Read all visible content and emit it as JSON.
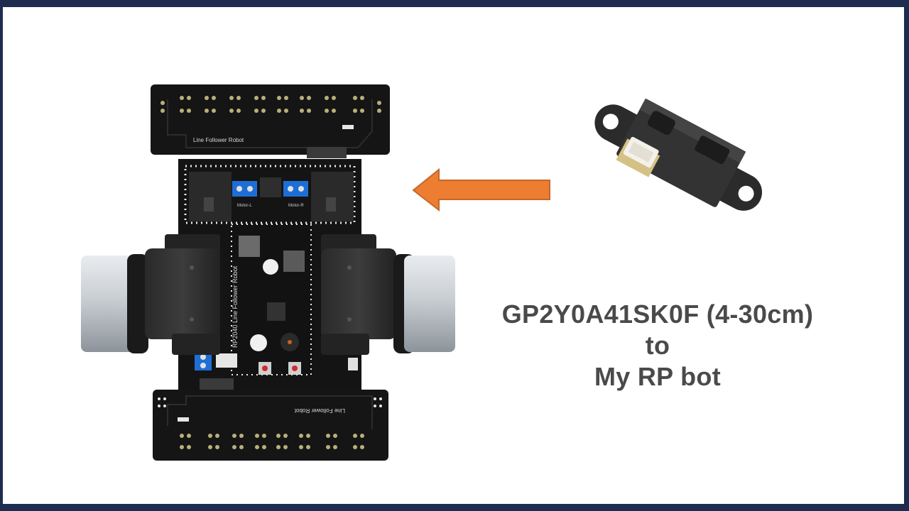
{
  "caption": {
    "line1": "GP2Y0A41SK0F (4-30cm)",
    "line2": "to",
    "line3": "My RP bot"
  },
  "robot": {
    "front_label": "Line Follower Robot",
    "rear_label": "Line Follower Robot",
    "board_label": "RP2040  Line Follower Robot",
    "motor_left_label": "Motor-L",
    "motor_right_label": "Motor-R"
  },
  "colors": {
    "arrow": "#ed7d31",
    "arrow_outline": "#c4672a",
    "pcb": "#141414",
    "caption_text": "#4a4a4a",
    "frame": "#1e2d4f"
  }
}
